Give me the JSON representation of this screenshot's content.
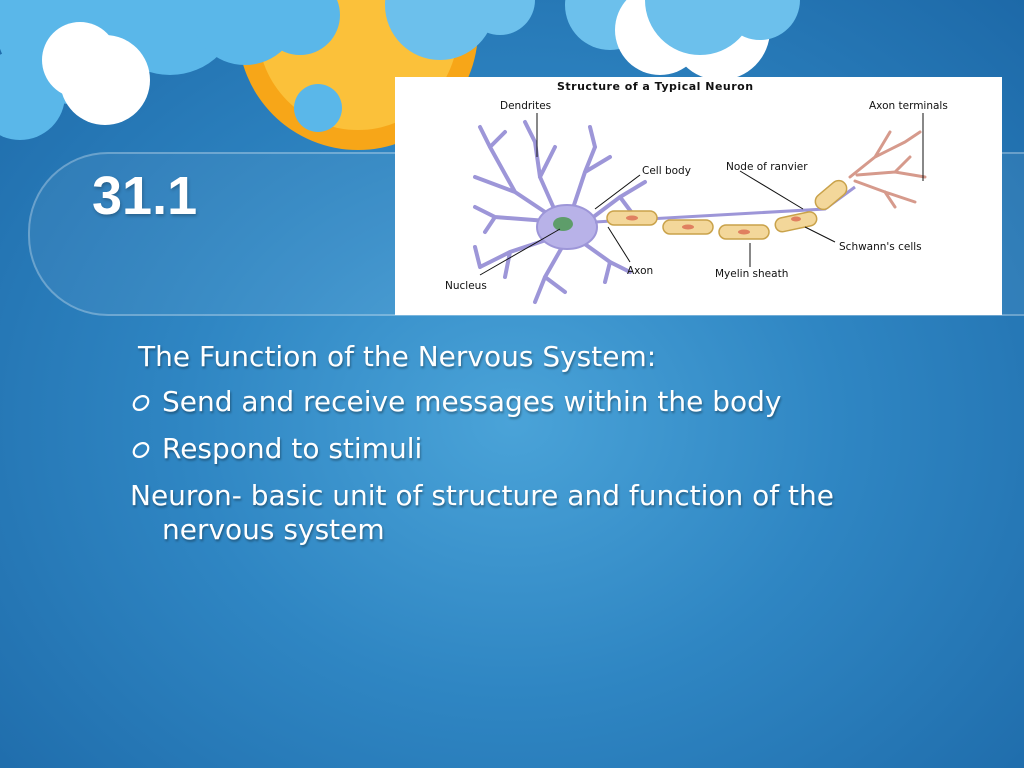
{
  "slide": {
    "title": "31.1",
    "heading": "The Function of the Nervous System:",
    "bullets": [
      "Send and receive messages within the body",
      "Respond to stimuli"
    ],
    "definition": "Neuron- basic unit of structure and function of the nervous system"
  },
  "figure": {
    "title": "Structure of a Typical Neuron",
    "labels": {
      "dendrites": "Dendrites",
      "axon_terminals": "Axon terminals",
      "cell_body": "Cell body",
      "node_of_ranvier": "Node of ranvier",
      "schwanns_cells": "Schwann's cells",
      "axon": "Axon",
      "myelin_sheath": "Myelin sheath",
      "nucleus": "Nucleus"
    }
  },
  "colors": {
    "background": "#2f86c3",
    "cloud": "#6cc0ec",
    "sun": "#f8a91a",
    "text": "#ffffff",
    "neuron": "#b8b2e8",
    "myelin": "#f3d79a"
  },
  "icons": {
    "bullet": "oval-bullet-icon",
    "sun": "sun-decoration",
    "clouds": "cloud-decoration"
  }
}
